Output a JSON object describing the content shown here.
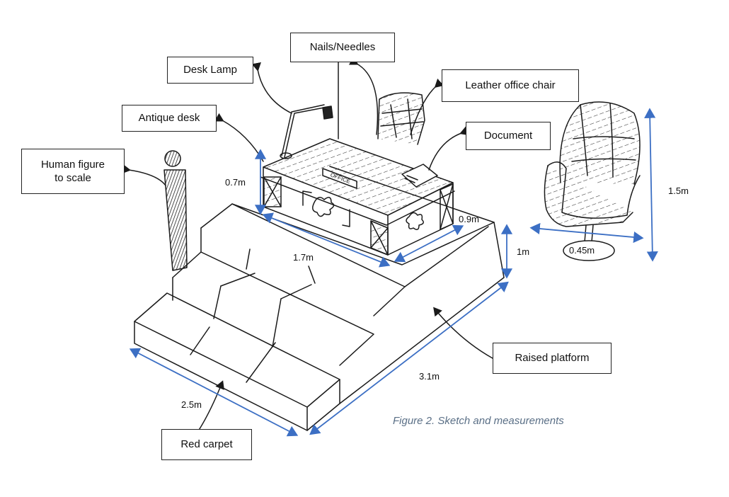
{
  "labels": {
    "nails": "Nails/Needles",
    "desk_lamp": "Desk Lamp",
    "leather_chair": "Leather office chair",
    "antique_desk": "Antique desk",
    "document": "Document",
    "human_figure_line1": "Human figure",
    "human_figure_line2": "to scale",
    "raised_platform": "Raised platform",
    "red_carpet": "Red carpet"
  },
  "measurements": {
    "desk_height": "0.7m",
    "desk_depth": "0.9m",
    "desk_length": "1.7m",
    "platform_height": "1m",
    "platform_length": "3.1m",
    "carpet_width": "2.5m",
    "chair_height": "1.5m",
    "chair_base": "0.45m"
  },
  "desk_text": "OFFICE",
  "caption": "Figure 2. Sketch and measurements",
  "colors": {
    "dimension_arrow": "#3c6fc4",
    "ink": "#1a1a1a",
    "caption": "#5a6f86"
  }
}
